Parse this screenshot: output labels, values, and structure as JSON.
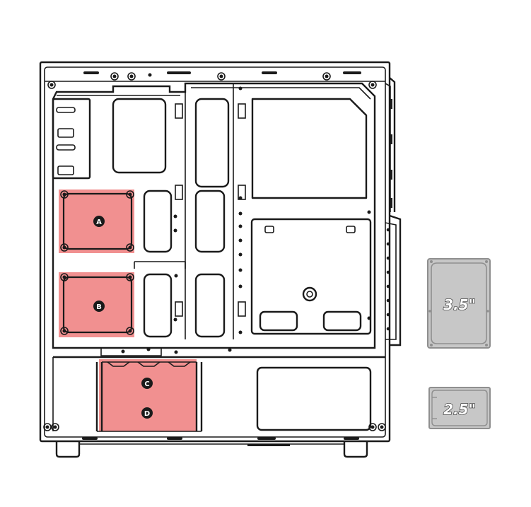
{
  "colors": {
    "outline": "#1a1a1a",
    "bay_highlight": "#f08a8a",
    "drive_fill": "#c7c7c7",
    "drive_stroke": "#8f8f8f"
  },
  "mounts": [
    {
      "id": "a",
      "label": "A",
      "type": "drive-mount"
    },
    {
      "id": "b",
      "label": "B",
      "type": "drive-mount"
    },
    {
      "id": "c",
      "label": "C",
      "type": "drive-cage-slot"
    },
    {
      "id": "d",
      "label": "D",
      "type": "drive-cage-slot"
    }
  ],
  "legend": {
    "drive_35": {
      "label": "3.5\"",
      "icon": "hdd-3.5-icon"
    },
    "drive_25": {
      "label": "2.5\"",
      "icon": "ssd-2.5-icon"
    }
  }
}
